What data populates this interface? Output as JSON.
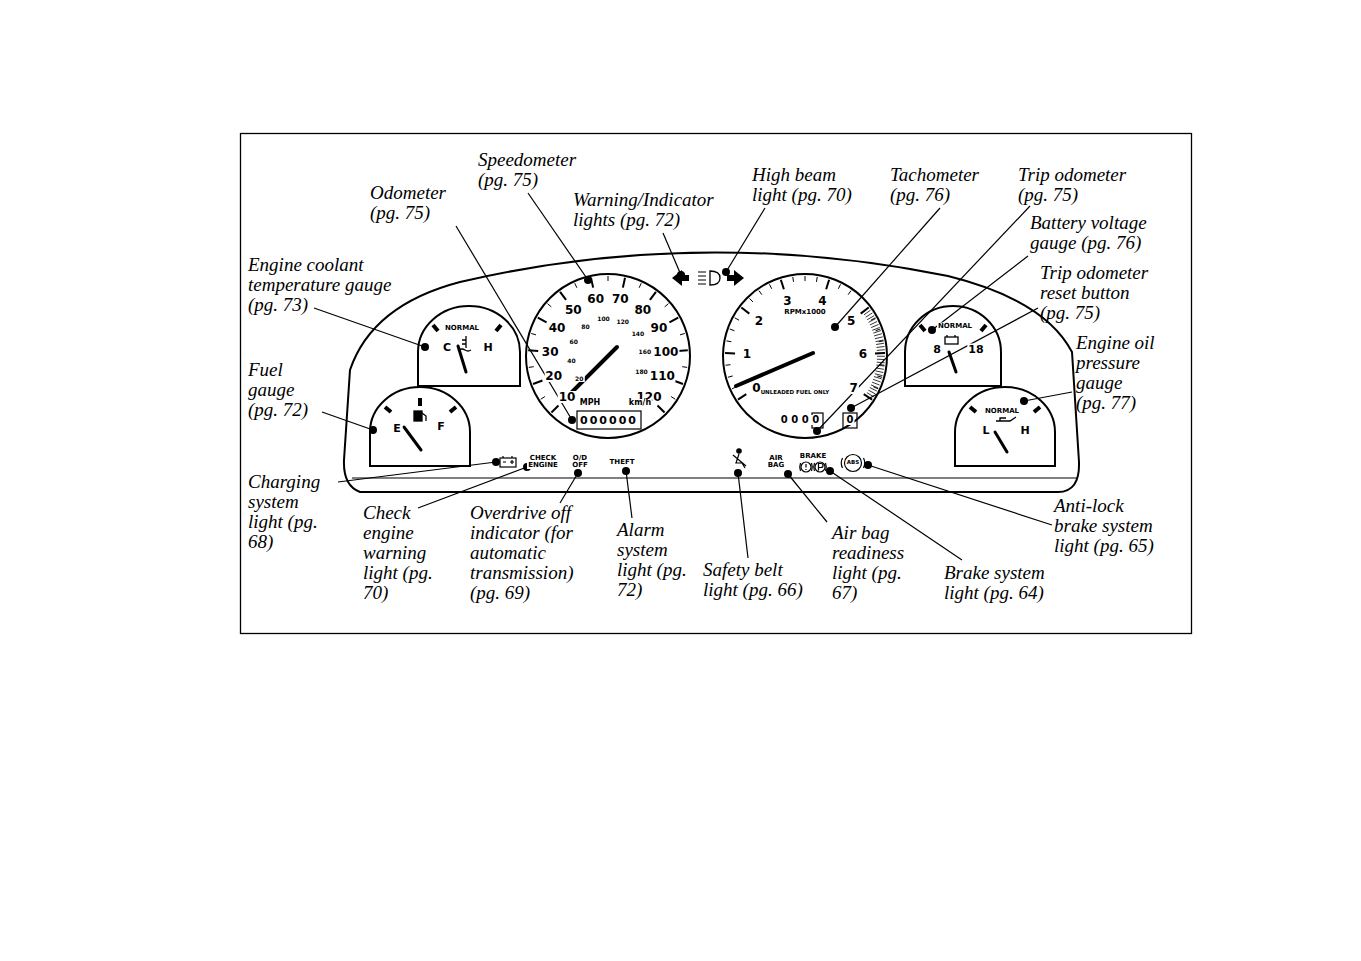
{
  "diagram": {
    "labels": [
      "Speedometer (pg. 75)",
      "Odometer (pg. 75)",
      "Warning/Indicator lights (pg. 72)",
      "High beam light (pg. 70)",
      "Tachometer (pg. 76)",
      "Trip odometer (pg. 75)",
      "Battery voltage gauge (pg. 76)",
      "Trip odometer reset button (pg. 75)",
      "Engine oil pressure gauge (pg. 77)",
      "Engine coolant temperature gauge (pg. 73)",
      "Fuel gauge (pg. 72)",
      "Charging system light (pg. 68)",
      "Check engine warning light (pg. 70)",
      "Overdrive off indicator (for automatic transmission) (pg. 69)",
      "Alarm system light (pg. 72)",
      "Safety belt light (pg. 66)",
      "Air bag readiness light (pg. 67)",
      "Brake system light (pg. 64)",
      "Anti-lock brake system light (pg. 65)",
      "NORMAL",
      "C",
      "H",
      "E",
      "F",
      "10",
      "20",
      "30",
      "40",
      "50",
      "60",
      "70",
      "80",
      "90",
      "100",
      "110",
      "120",
      "20",
      "40",
      "60",
      "80",
      "100",
      "120",
      "140",
      "160",
      "180",
      "MPH",
      "km/h",
      "000000",
      "0",
      "1",
      "2",
      "3",
      "4",
      "5",
      "6",
      "7",
      "RPMx1000",
      "UNLEADED FUEL ONLY",
      "0 0 0 0",
      "0",
      "NORMAL",
      "8",
      "18",
      "NORMAL",
      "L",
      "H",
      "CHECK ENGINE",
      "O/D OFF",
      "THEFT",
      "AIR BAG",
      "BRAKE",
      "ABS"
    ]
  }
}
